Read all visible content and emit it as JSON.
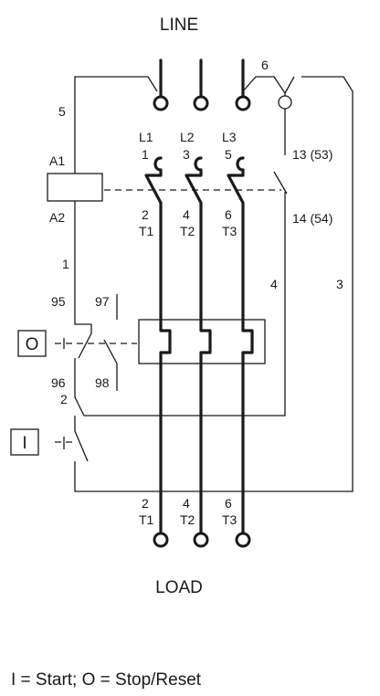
{
  "labels": {
    "line": "LINE",
    "load": "LOAD",
    "n6_top": "6",
    "n5": "5",
    "l1": "L1",
    "l2": "L2",
    "l3": "L3",
    "n1_top": "1",
    "n3_top": "3",
    "n5_top": "5",
    "n13_53": "13 (53)",
    "a1": "A1",
    "a2": "A2",
    "n2_mid": "2",
    "n4_mid": "4",
    "n6_mid": "6",
    "t1_mid": "T1",
    "t2_mid": "T2",
    "t3_mid": "T3",
    "n14_54": "14 (54)",
    "wire_1": "1",
    "wire_4": "4",
    "wire_3": "3",
    "n95": "95",
    "n97": "97",
    "n96": "96",
    "n98": "98",
    "wire_2": "2",
    "n2_bot": "2",
    "n4_bot": "4",
    "n6_bot": "6",
    "t1_bot": "T1",
    "t2_bot": "T2",
    "t3_bot": "T3"
  },
  "buttons": {
    "stop_symbol": "O",
    "start_symbol": "I"
  },
  "legend": "I = Start; O = Stop/Reset"
}
